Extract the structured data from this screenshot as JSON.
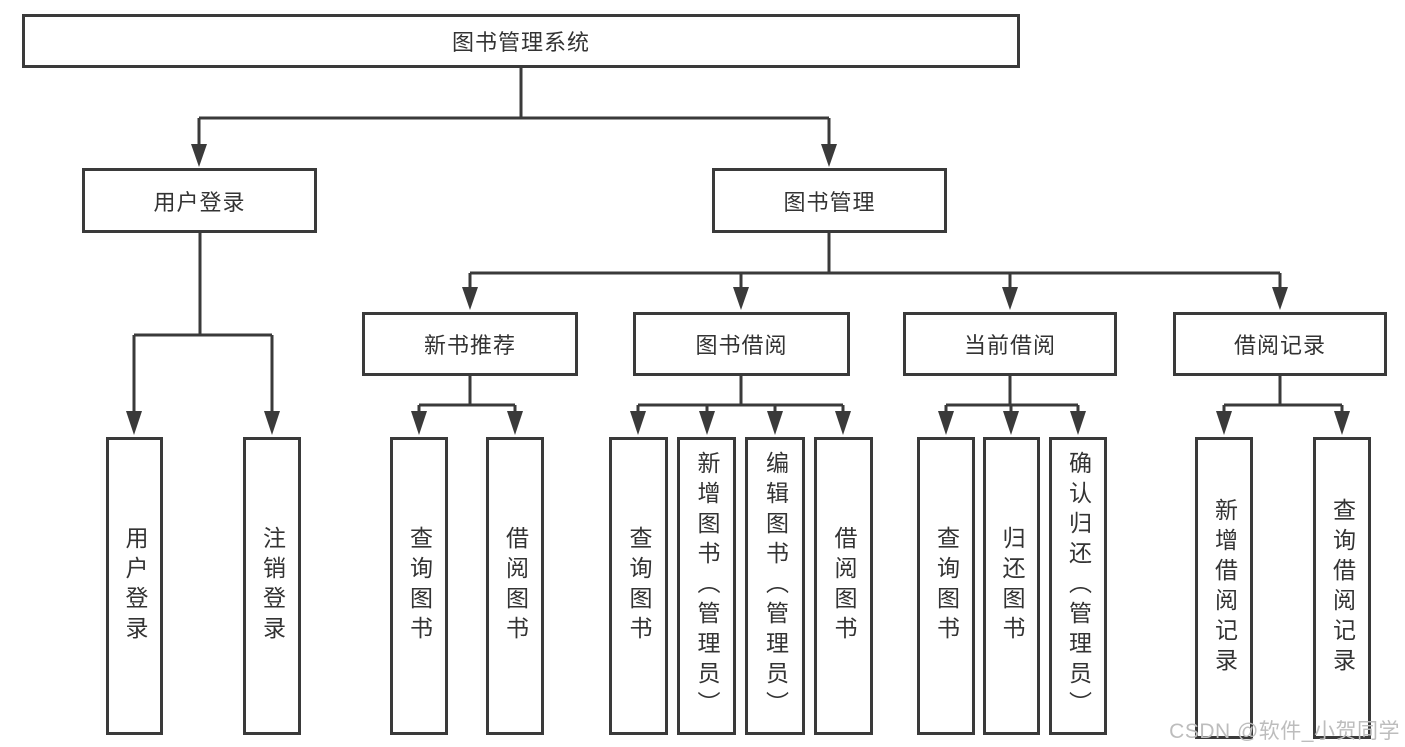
{
  "colors": {
    "line": "#3a3a3a",
    "box_border": "#3a3a3a",
    "box_fill": "#ffffff",
    "text": "#333333",
    "watermark": "#bdbdbd",
    "background": "#ffffff"
  },
  "diagram": {
    "root": {
      "label": "图书管理系统"
    },
    "level2": [
      {
        "id": "user-login",
        "label": "用户登录",
        "parent": "root"
      },
      {
        "id": "book-management",
        "label": "图书管理",
        "parent": "root"
      }
    ],
    "level3": [
      {
        "id": "new-book-recommend",
        "label": "新书推荐",
        "parent": "book-management"
      },
      {
        "id": "book-borrowing",
        "label": "图书借阅",
        "parent": "book-management"
      },
      {
        "id": "current-borrowing",
        "label": "当前借阅",
        "parent": "book-management"
      },
      {
        "id": "borrowing-records",
        "label": "借阅记录",
        "parent": "book-management"
      }
    ],
    "level4": [
      {
        "id": "leaf-user-login",
        "label": "用户登录",
        "parent": "user-login"
      },
      {
        "id": "leaf-logout",
        "label": "注销登录",
        "parent": "user-login"
      },
      {
        "id": "leaf-query-books-1",
        "label": "查询图书",
        "parent": "new-book-recommend"
      },
      {
        "id": "leaf-borrow-books-1",
        "label": "借阅图书",
        "parent": "new-book-recommend"
      },
      {
        "id": "leaf-query-books-2",
        "label": "查询图书",
        "parent": "book-borrowing"
      },
      {
        "id": "leaf-add-books",
        "label": "新增图书（管理员）",
        "parent": "book-borrowing"
      },
      {
        "id": "leaf-edit-books",
        "label": "编辑图书（管理员）",
        "parent": "book-borrowing"
      },
      {
        "id": "leaf-borrow-books-2",
        "label": "借阅图书",
        "parent": "book-borrowing"
      },
      {
        "id": "leaf-query-books-3",
        "label": "查询图书",
        "parent": "current-borrowing"
      },
      {
        "id": "leaf-return-books",
        "label": "归还图书",
        "parent": "current-borrowing"
      },
      {
        "id": "leaf-confirm-return",
        "label": "确认归还（管理员）",
        "parent": "current-borrowing"
      },
      {
        "id": "leaf-add-borrow-record",
        "label": "新增借阅记录",
        "parent": "borrowing-records"
      },
      {
        "id": "leaf-query-borrow-record",
        "label": "查询借阅记录",
        "parent": "borrowing-records"
      }
    ]
  },
  "watermark": {
    "text": "CSDN @软件_小贺同学"
  }
}
